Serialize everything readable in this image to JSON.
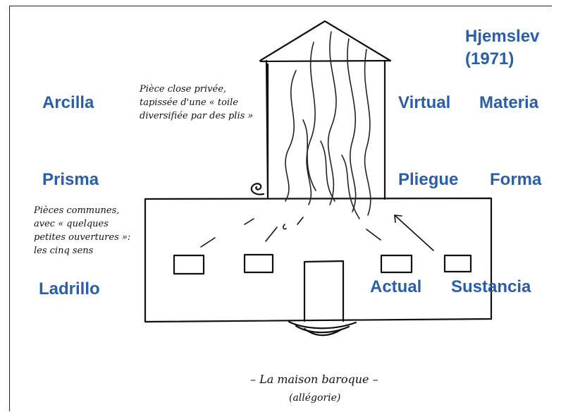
{
  "labels": {
    "hjemslev_line1": "Hjemslev",
    "hjemslev_line2": "(1971)",
    "arcilla": "Arcilla",
    "virtual": "Virtual",
    "materia": "Materia",
    "prisma": "Prisma",
    "pliegue": "Pliegue",
    "forma": "Forma",
    "ladrillo": "Ladrillo",
    "actual": "Actual",
    "sustancia": "Sustancia"
  },
  "handwriting": {
    "upper_note": [
      "Pièce close privée,",
      "tapissée d'une « toile",
      "diversifiée par des plis »"
    ],
    "lower_note": [
      "Pièces communes,",
      "avec « quelques",
      "petites ouvertures »:",
      "les cinq sens"
    ],
    "caption_line1": "– La maison baroque –",
    "caption_line2": "(allégorie)"
  },
  "colors": {
    "label_blue": "#2a5ea8",
    "ink": "#111111"
  }
}
